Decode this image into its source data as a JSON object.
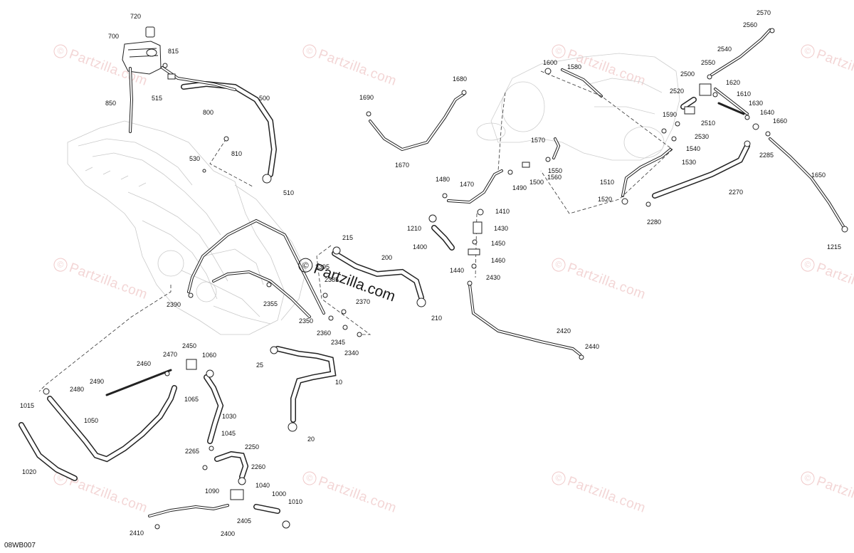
{
  "diagram": {
    "code": "08WB007",
    "watermark": "Partzilla.com",
    "watermark_symbol": "©",
    "watermark_color": "#f3d6d6",
    "part_callouts": [
      "720",
      "700",
      "815",
      "515",
      "850",
      "800",
      "500",
      "810",
      "530",
      "510",
      "215",
      "200",
      "2395",
      "2385",
      "2370",
      "2355",
      "2390",
      "2350",
      "2360",
      "2345",
      "2340",
      "210",
      "25",
      "10",
      "20",
      "2450",
      "2470",
      "2460",
      "1060",
      "2490",
      "2480",
      "1065",
      "1015",
      "1050",
      "1030",
      "1020",
      "1045",
      "2265",
      "2250",
      "2260",
      "1090",
      "1040",
      "1000",
      "1010",
      "2405",
      "2410",
      "2400",
      "1690",
      "1680",
      "1670",
      "1600",
      "1580",
      "1570",
      "1550",
      "1560",
      "1480",
      "1470",
      "1490",
      "1500",
      "1210",
      "1410",
      "1430",
      "1400",
      "1450",
      "1460",
      "1440",
      "2430",
      "2420",
      "2440",
      "2570",
      "2560",
      "2540",
      "2550",
      "2500",
      "2520",
      "1620",
      "1610",
      "1630",
      "1640",
      "1660",
      "1590",
      "2510",
      "2530",
      "1540",
      "1530",
      "2285",
      "1510",
      "1520",
      "2280",
      "2270",
      "1650",
      "1215"
    ]
  }
}
